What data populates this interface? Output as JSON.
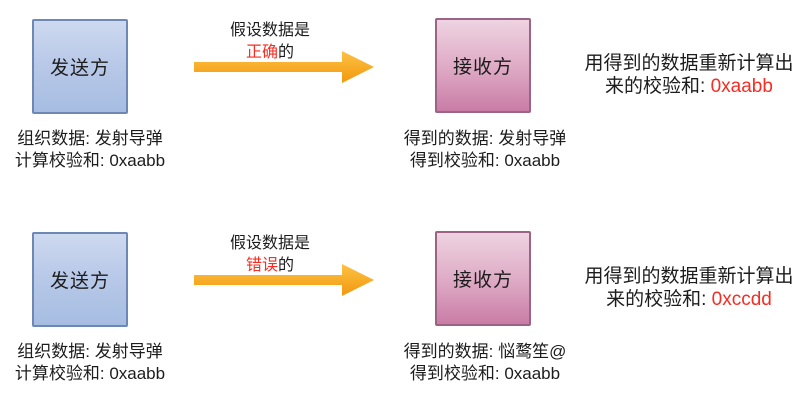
{
  "diagram": {
    "kind": "checksum-verification-flow",
    "colors": {
      "sender_box_top": "#cdd9ef",
      "sender_box_bottom": "#a6bde2",
      "sender_box_border": "#6e88b5",
      "receiver_box_top": "#eed3e1",
      "receiver_box_bottom": "#c97ca6",
      "receiver_box_border": "#9b6384",
      "arrow_gradient_top": "#fcc245",
      "arrow_gradient_bottom": "#f2980e",
      "highlight_red": "#f52d22",
      "text_black": "#1c1c1c"
    }
  },
  "sections": [
    {
      "name": "correct-case",
      "sender": {
        "label": "发送方",
        "caption": [
          "组织数据: 发射导弹",
          "计算校验和: 0xaabb"
        ]
      },
      "arrow_label": {
        "line1": "假设数据是",
        "highlight": "正确",
        "suffix": "的"
      },
      "receiver": {
        "label": "接收方",
        "caption": [
          "得到的数据: 发射导弹",
          "得到校验和: 0xaabb"
        ]
      },
      "result": {
        "line1": "用得到的数据重新计算出",
        "line2_prefix": "来的校验和: ",
        "checksum": "0xaabb"
      }
    },
    {
      "name": "error-case",
      "sender": {
        "label": "发送方",
        "caption": [
          "组织数据: 发射导弹",
          "计算校验和: 0xaabb"
        ]
      },
      "arrow_label": {
        "line1": "假设数据是",
        "highlight": "错误",
        "suffix": "的"
      },
      "receiver": {
        "label": "接收方",
        "caption": [
          "得到的数据: 悩鹜笙@",
          "得到校验和: 0xaabb"
        ]
      },
      "result": {
        "line1": "用得到的数据重新计算出",
        "line2_prefix": "来的校验和: ",
        "checksum": "0xccdd"
      }
    }
  ]
}
